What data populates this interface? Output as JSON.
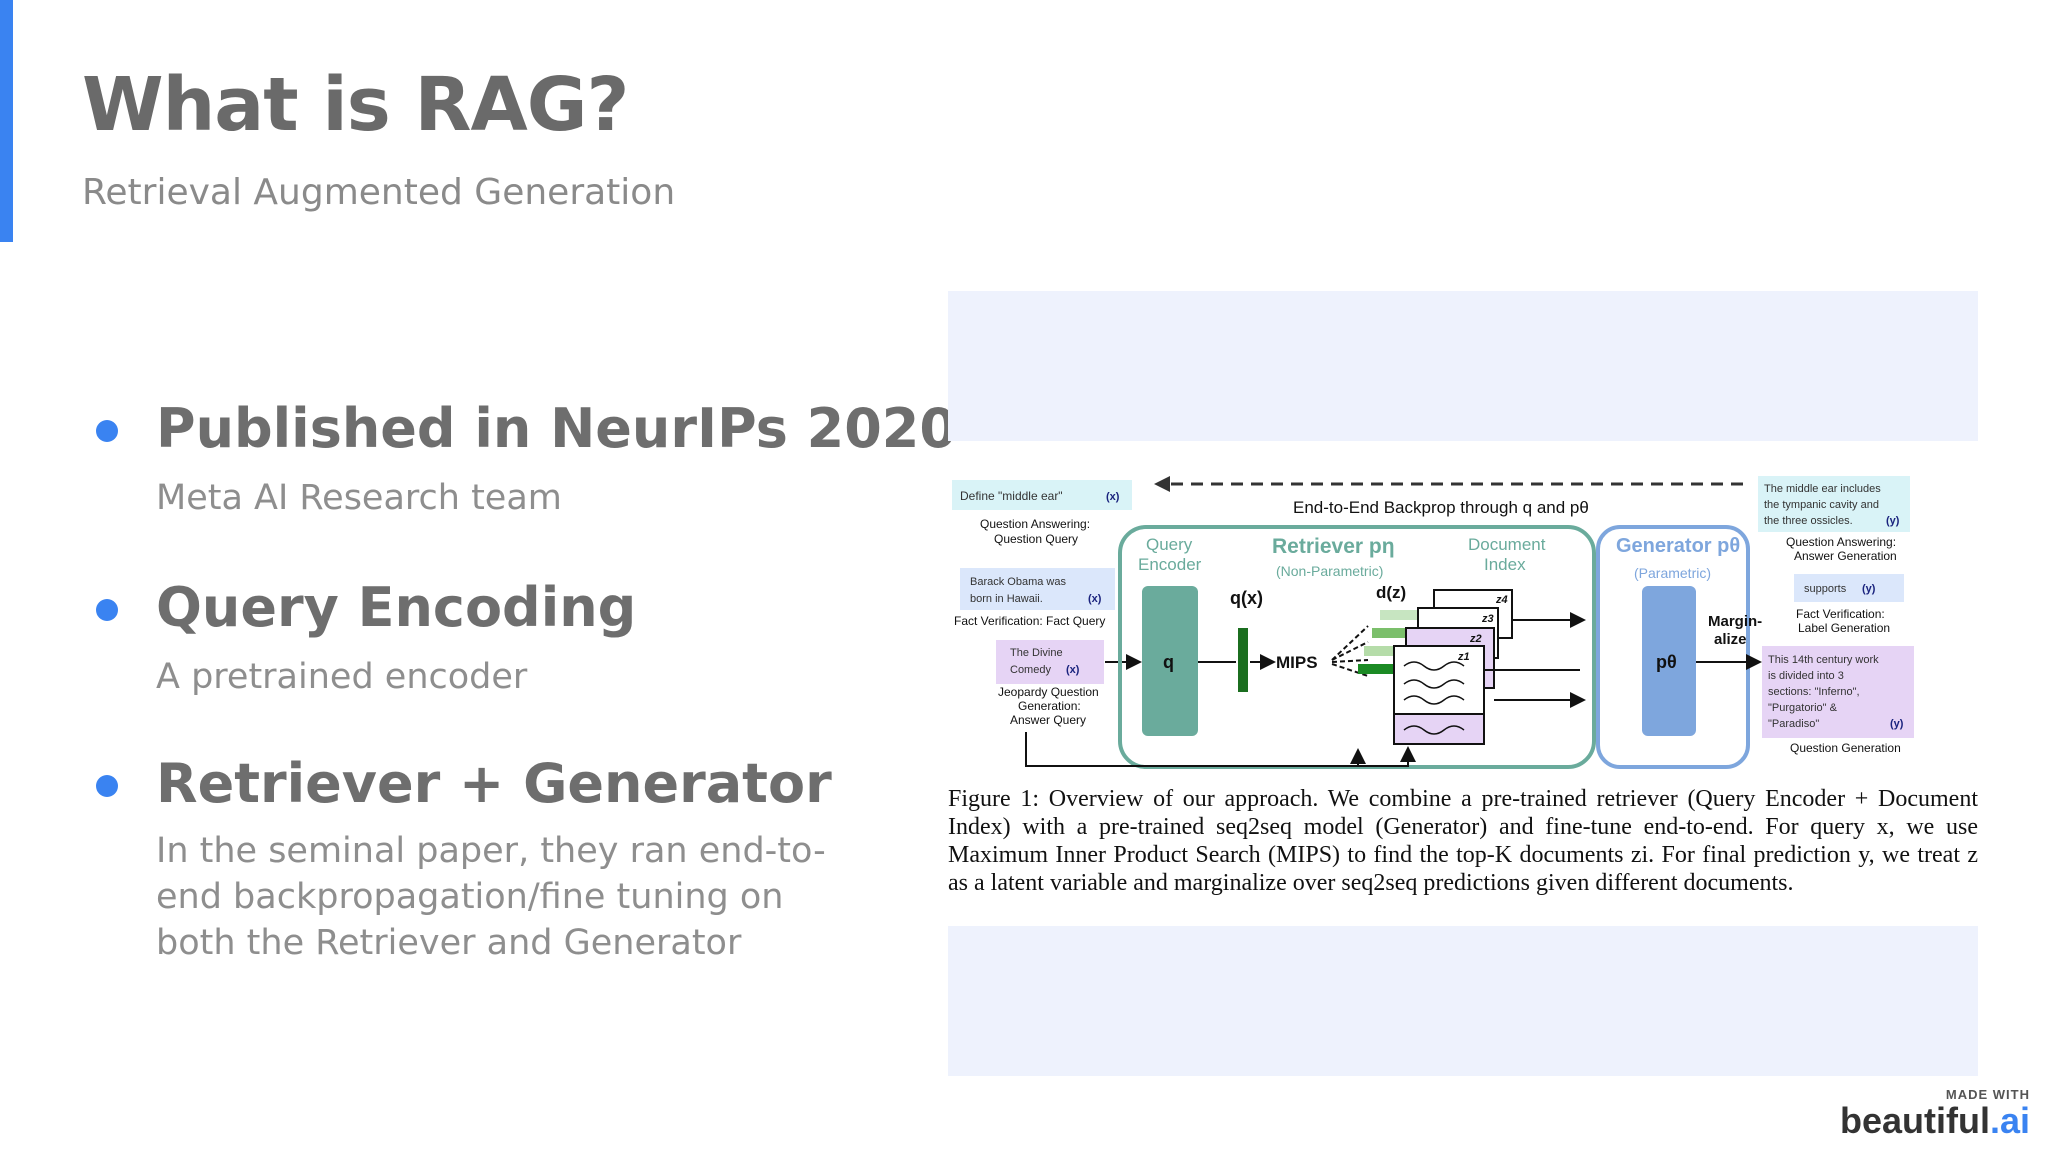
{
  "slide": {
    "title": "What is RAG?",
    "subtitle": "Retrieval Augmented Generation"
  },
  "bullets": [
    {
      "heading": "Published in NeurIPs 2020",
      "detail": "Meta AI Research team"
    },
    {
      "heading": "Query Encoding",
      "detail": "A pretrained encoder"
    },
    {
      "heading": "Retriever + Generator",
      "detail": "In the seminal paper, they ran end-to-end backpropagation/fine tuning on both the Retriever and Generator"
    }
  ],
  "figure": {
    "backprop": "End-to-End Backprop through q and pθ",
    "inputs": [
      {
        "text1": "Define \"middle ear\"",
        "tag": "(x)",
        "caption1": "Question Answering:",
        "caption2": "Question Query"
      },
      {
        "text1": "Barack Obama was",
        "text2": "born in Hawaii.",
        "tag": "(x)",
        "caption1": "Fact Verification: Fact Query"
      },
      {
        "text1": "The Divine",
        "text2": "Comedy",
        "tag": "(x)",
        "caption1": "Jeopardy Question",
        "caption2": "Generation:",
        "caption3": "Answer Query"
      }
    ],
    "query_encoder": "Query Encoder",
    "q_label": "q",
    "qx_label": "q(x)",
    "retriever_title": "Retriever pη",
    "retriever_sub": "(Non-Parametric)",
    "doc_index": "Document Index",
    "mips": "MIPS",
    "dz": "d(z)",
    "z_labels": [
      "z4",
      "z3",
      "z2",
      "z1"
    ],
    "generator_title": "Generator pθ",
    "generator_sub": "(Parametric)",
    "p_theta": "pθ",
    "marginalize": "Margin- alize",
    "outputs": [
      {
        "lines": [
          "The middle ear includes",
          "the tympanic cavity and",
          "the three ossicles."
        ],
        "tag": "(y)",
        "caption1": "Question Answering:",
        "caption2": "Answer Generation"
      },
      {
        "lines": [
          "supports"
        ],
        "tag": "(y)",
        "caption1": "Fact Verification:",
        "caption2": "Label Generation"
      },
      {
        "lines": [
          "This 14th century work",
          "is divided into 3",
          "sections: \"Inferno\",",
          "\"Purgatorio\" &",
          "\"Paradiso\""
        ],
        "tag": "(y)",
        "caption1": "Question Generation"
      }
    ],
    "caption": "Figure 1: Overview of our approach. We combine a pre-trained retriever (Query Encoder + Document Index) with a pre-trained seq2seq model (Generator) and fine-tune end-to-end. For query x, we use Maximum Inner Product Search (MIPS) to find the top-K documents zi. For final prediction y, we treat z as a latent variable and marginalize over seq2seq predictions given different documents."
  },
  "branding": {
    "made_with": "MADE WITH",
    "logo_main": "beautiful",
    "logo_dot": ".ai"
  },
  "colors": {
    "accent": "#3a83f1",
    "retriever": "#6aab9c",
    "generator": "#7ea6dd"
  }
}
